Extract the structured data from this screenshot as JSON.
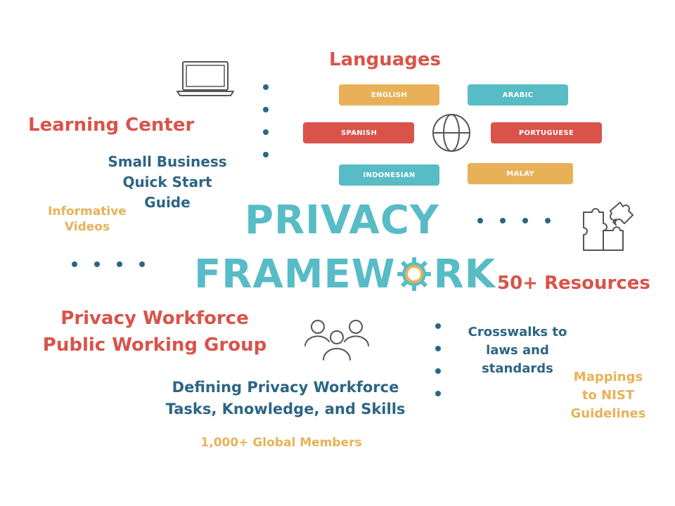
{
  "colors": {
    "red": "#d9534a",
    "blue": "#2c6584",
    "gold": "#e8b158",
    "teal": "#57bcc6",
    "icon": "#555555"
  },
  "title": {
    "line1": "PRIVACY",
    "line2_a": "FRAMEW",
    "line2_b": "RK"
  },
  "languages": {
    "heading": "Languages",
    "items": [
      "ENGLISH",
      "ARABIC",
      "SPANISH",
      "PORTUGUESE",
      "INDONESIAN",
      "MALAY"
    ]
  },
  "learning_center": {
    "heading": "Learning Center",
    "guide": [
      "Small Business",
      "Quick Start",
      "Guide"
    ],
    "videos": [
      "Informative",
      "Videos"
    ]
  },
  "resources": {
    "heading": "50+ Resources",
    "crosswalks": [
      "Crosswalks to",
      "laws and",
      "standards"
    ],
    "mappings": [
      "Mappings",
      "to NIST",
      "Guidelines"
    ]
  },
  "workforce": {
    "heading": [
      "Privacy Workforce",
      "Public Working Group"
    ],
    "defining": [
      "Defining Privacy Workforce",
      "Tasks, Knowledge, and Skills"
    ],
    "members": "1,000+ Global Members"
  },
  "icons": [
    "laptop-icon",
    "globe-icon",
    "puzzle-icon",
    "people-icon",
    "gear-icon"
  ]
}
